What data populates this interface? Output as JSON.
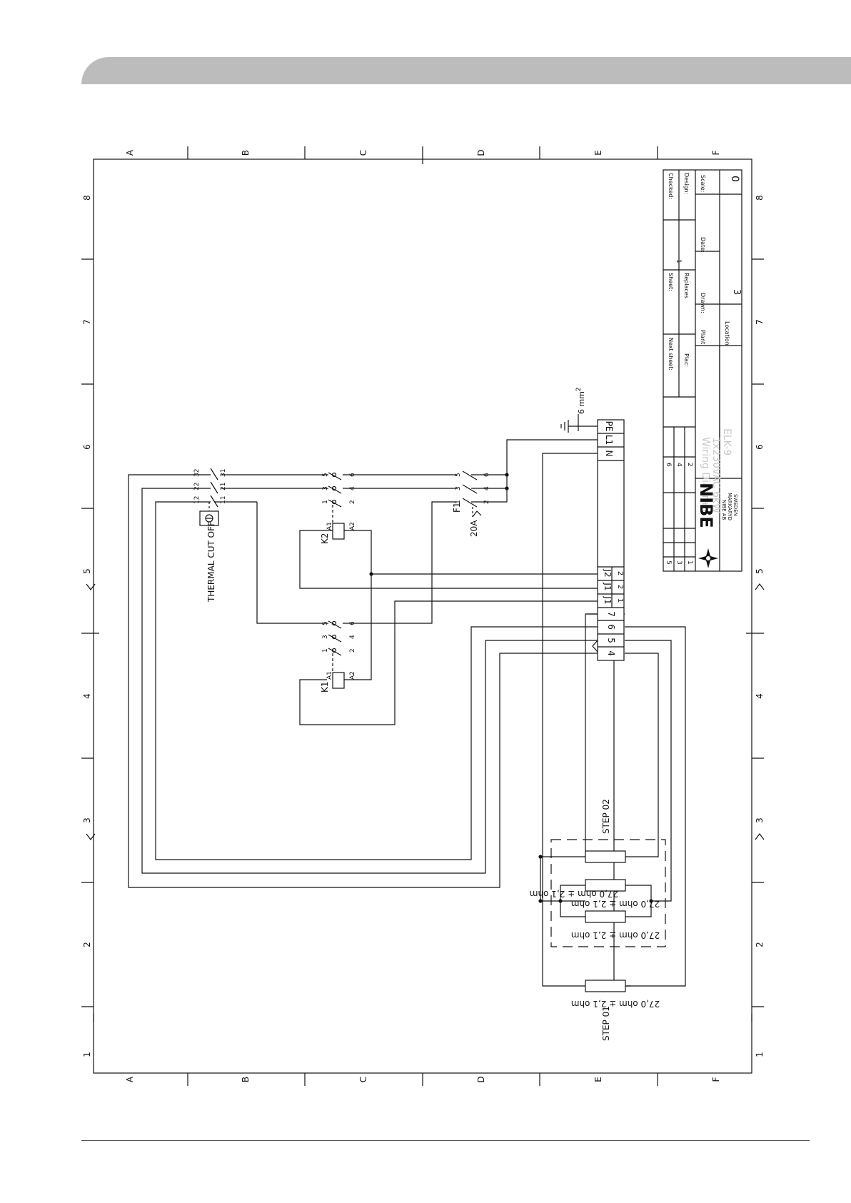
{
  "frame": {
    "columns": [
      "A",
      "B",
      "C",
      "D",
      "E",
      "F"
    ],
    "rows": [
      "8",
      "7",
      "6",
      "5",
      "4",
      "3",
      "2",
      "1"
    ]
  },
  "labels": {
    "thermal_cut_off": "THERMAL CUT OFF",
    "step_01": "STEP 01",
    "step_02": "STEP 02",
    "cable_spec": "6 mm",
    "cable_spec_exp": "2",
    "fuse_rating": "20A"
  },
  "components": {
    "k1": "K1",
    "k2": "K2",
    "f1": "F1",
    "coil_a1": "A1",
    "coil_a2": "A2"
  },
  "contacts": {
    "k_top": [
      "1",
      "3",
      "5"
    ],
    "k_bottom": [
      "2",
      "4",
      "6"
    ],
    "thermal_top": [
      "12",
      "22",
      "32"
    ],
    "thermal_bottom": [
      "11",
      "21",
      "31"
    ]
  },
  "resistors": {
    "value": "27,0 ohm ± 2,1 ohm"
  },
  "terminals": [
    {
      "label": "PE",
      "num": ""
    },
    {
      "label": "L1",
      "num": ""
    },
    {
      "label": "N",
      "num": ""
    },
    {
      "label": "J2",
      "num": "2"
    },
    {
      "label": "J1",
      "num": "2"
    },
    {
      "label": "J1",
      "num": "1"
    },
    {
      "label": "7",
      "num": ""
    },
    {
      "label": "6",
      "num": ""
    },
    {
      "label": "5",
      "num": ""
    },
    {
      "label": "4",
      "num": ""
    }
  ],
  "title_block": {
    "checked": "Checked:",
    "design": "Design:",
    "scale": "Scale:",
    "sheet": "Sheet:",
    "sheet_value": "1",
    "replaces": "Replaces",
    "date": "Date:",
    "drawn": "Drawn:",
    "next_sheet": "Next sheet:",
    "plac": "Plac:",
    "plant": "Plant",
    "location": "Location",
    "sheet_count": "3",
    "scale_value": "0",
    "drawing_title_1": "Wiring Diagram",
    "drawing_title_2": "1x230VAC 6kW",
    "drawing_title_3": "ELK-9",
    "revision_numbers": [
      "6",
      "4",
      "2",
      "5",
      "3",
      "1"
    ],
    "company_name": "NIBE",
    "company_line_1": "NIBE AB",
    "company_line_2": "MARKARYD",
    "company_line_3": "SWEDEN"
  }
}
